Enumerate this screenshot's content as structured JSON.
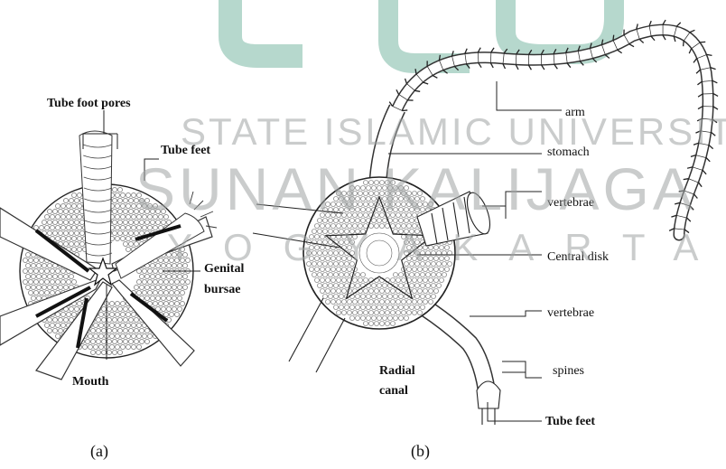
{
  "watermark": {
    "line1": "STATE ISLAMIC UNIVERSITY",
    "line2": "SUNAN KALIJAGA",
    "line3": "YOGYAKARTA",
    "color": "#9fa3a3",
    "logo_color": "#2e8f6f"
  },
  "figure_a": {
    "caption": "(a)",
    "labels": {
      "tube_foot_pores": "Tube foot pores",
      "tube_feet": "Tube feet",
      "genital": "Genital",
      "bursae": "bursae",
      "mouth": "Mouth"
    }
  },
  "figure_b": {
    "caption": "(b)",
    "labels": {
      "arm": "arm",
      "stomach": "stomach",
      "vertebrae_top": "vertebrae",
      "central_disk": "Central disk",
      "vertebrae_bottom": "vertebrae",
      "radial": "Radial",
      "canal": "canal",
      "spines": "spines",
      "tube_feet": "Tube feet"
    }
  }
}
